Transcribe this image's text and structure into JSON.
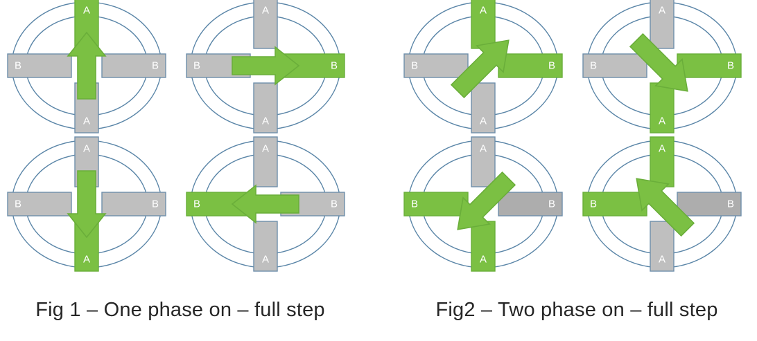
{
  "palette": {
    "green_fill": "#7BC043",
    "green_stroke": "#6AAE3A",
    "gray_fill": "#BFBFBF",
    "gray_fill_dark": "#ADADAD",
    "pole_stroke": "#6E8FAB",
    "ellipse_stroke": "#5B86A8",
    "label_color": "#FFFFFF",
    "caption_color": "#262626",
    "background": "#FFFFFF"
  },
  "figures": [
    {
      "id": "fig1",
      "caption": "Fig 1 – One phase on – full step",
      "panels": [
        {
          "id": "fig1-panel-1",
          "position": "top-left",
          "arrow": {
            "direction": "up",
            "angle_deg": 90,
            "label": "arrow-up"
          },
          "poles": [
            {
              "name": "pole-top",
              "label": "A",
              "state": "energized",
              "color": "green"
            },
            {
              "name": "pole-bottom",
              "label": "A",
              "state": "off",
              "color": "gray"
            },
            {
              "name": "pole-left",
              "label": "B",
              "state": "off",
              "color": "gray"
            },
            {
              "name": "pole-right",
              "label": "B",
              "state": "off",
              "color": "gray"
            }
          ]
        },
        {
          "id": "fig1-panel-2",
          "position": "top-right",
          "arrow": {
            "direction": "right",
            "angle_deg": 0,
            "label": "arrow-right"
          },
          "poles": [
            {
              "name": "pole-top",
              "label": "A",
              "state": "off",
              "color": "gray"
            },
            {
              "name": "pole-bottom",
              "label": "A",
              "state": "off",
              "color": "gray"
            },
            {
              "name": "pole-left",
              "label": "B",
              "state": "off",
              "color": "gray"
            },
            {
              "name": "pole-right",
              "label": "B",
              "state": "energized",
              "color": "green"
            }
          ]
        },
        {
          "id": "fig1-panel-3",
          "position": "bottom-left",
          "arrow": {
            "direction": "down",
            "angle_deg": 270,
            "label": "arrow-down"
          },
          "poles": [
            {
              "name": "pole-top",
              "label": "A",
              "state": "off",
              "color": "gray"
            },
            {
              "name": "pole-bottom",
              "label": "A",
              "state": "energized",
              "color": "green"
            },
            {
              "name": "pole-left",
              "label": "B",
              "state": "off",
              "color": "gray"
            },
            {
              "name": "pole-right",
              "label": "B",
              "state": "off",
              "color": "gray"
            }
          ]
        },
        {
          "id": "fig1-panel-4",
          "position": "bottom-right",
          "arrow": {
            "direction": "left",
            "angle_deg": 180,
            "label": "arrow-left"
          },
          "poles": [
            {
              "name": "pole-top",
              "label": "A",
              "state": "off",
              "color": "gray"
            },
            {
              "name": "pole-bottom",
              "label": "A",
              "state": "off",
              "color": "gray"
            },
            {
              "name": "pole-left",
              "label": "B",
              "state": "energized",
              "color": "green"
            },
            {
              "name": "pole-right",
              "label": "B",
              "state": "off",
              "color": "gray"
            }
          ]
        }
      ]
    },
    {
      "id": "fig2",
      "caption": "Fig2 – Two phase on – full step",
      "panels": [
        {
          "id": "fig2-panel-1",
          "position": "top-left",
          "arrow": {
            "direction": "up-right",
            "angle_deg": 45,
            "label": "arrow-up-right"
          },
          "poles": [
            {
              "name": "pole-top",
              "label": "A",
              "state": "energized",
              "color": "green"
            },
            {
              "name": "pole-bottom",
              "label": "A",
              "state": "off",
              "color": "gray"
            },
            {
              "name": "pole-left",
              "label": "B",
              "state": "off",
              "color": "gray"
            },
            {
              "name": "pole-right",
              "label": "B",
              "state": "energized",
              "color": "green"
            }
          ]
        },
        {
          "id": "fig2-panel-2",
          "position": "top-right",
          "arrow": {
            "direction": "down-right",
            "angle_deg": -45,
            "label": "arrow-down-right"
          },
          "poles": [
            {
              "name": "pole-top",
              "label": "A",
              "state": "off",
              "color": "gray"
            },
            {
              "name": "pole-bottom",
              "label": "A",
              "state": "energized",
              "color": "green"
            },
            {
              "name": "pole-left",
              "label": "B",
              "state": "off",
              "color": "gray"
            },
            {
              "name": "pole-right",
              "label": "B",
              "state": "energized",
              "color": "green"
            }
          ]
        },
        {
          "id": "fig2-panel-3",
          "position": "bottom-left",
          "arrow": {
            "direction": "down-left",
            "angle_deg": 225,
            "label": "arrow-down-left"
          },
          "poles": [
            {
              "name": "pole-top",
              "label": "A",
              "state": "off",
              "color": "gray"
            },
            {
              "name": "pole-bottom",
              "label": "A",
              "state": "energized",
              "color": "green"
            },
            {
              "name": "pole-left",
              "label": "B",
              "state": "energized",
              "color": "green"
            },
            {
              "name": "pole-right",
              "label": "B",
              "state": "off",
              "color": "gray-dark"
            }
          ]
        },
        {
          "id": "fig2-panel-4",
          "position": "bottom-right",
          "arrow": {
            "direction": "up-left",
            "angle_deg": 135,
            "label": "arrow-up-left"
          },
          "poles": [
            {
              "name": "pole-top",
              "label": "A",
              "state": "energized",
              "color": "green"
            },
            {
              "name": "pole-bottom",
              "label": "A",
              "state": "off",
              "color": "gray"
            },
            {
              "name": "pole-left",
              "label": "B",
              "state": "energized",
              "color": "green"
            },
            {
              "name": "pole-right",
              "label": "B",
              "state": "off",
              "color": "gray-dark"
            }
          ]
        }
      ]
    }
  ]
}
